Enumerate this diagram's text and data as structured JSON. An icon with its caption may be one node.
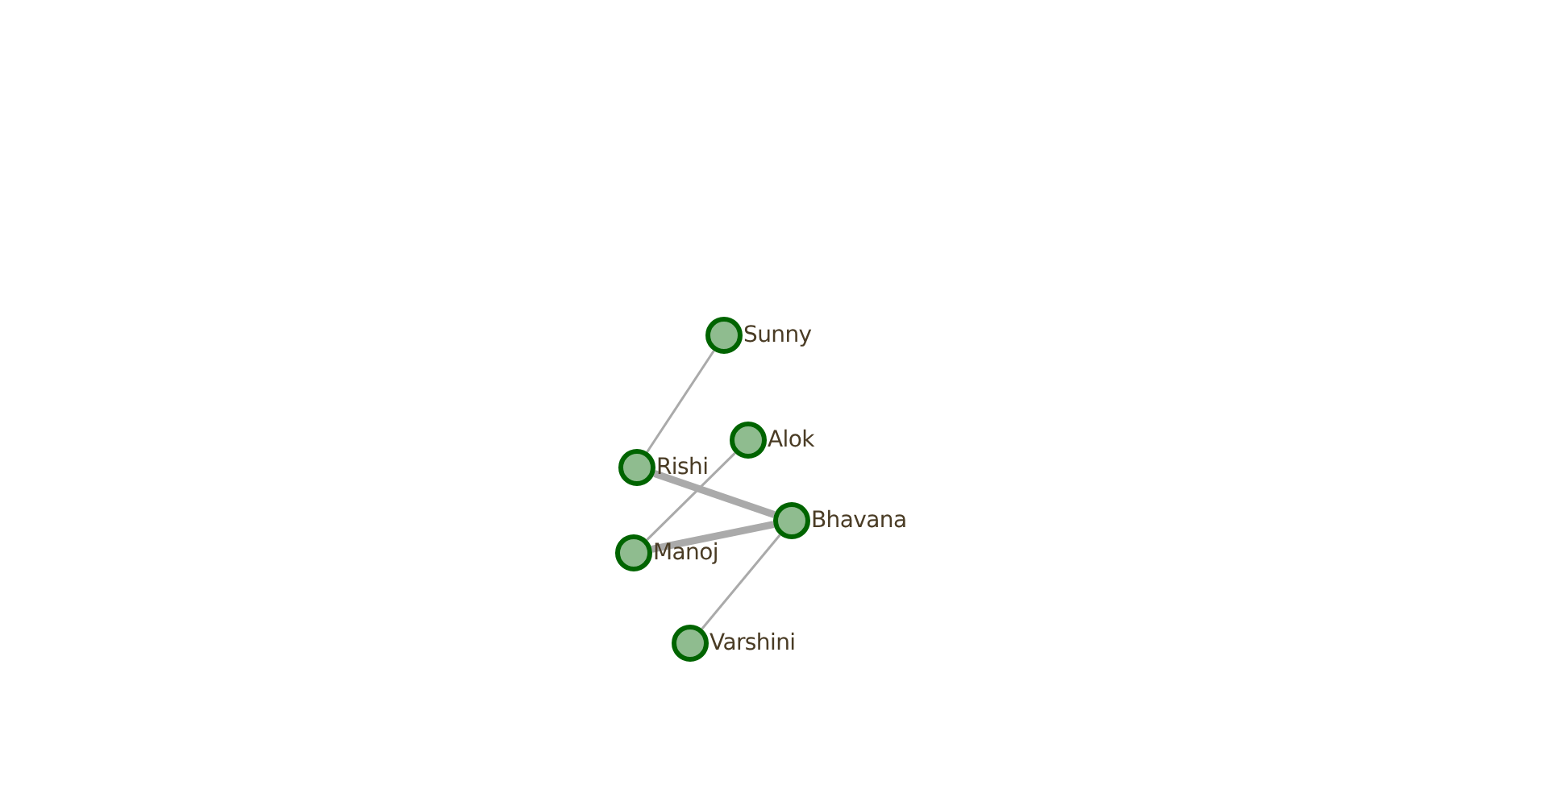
{
  "diagram": {
    "nodes": [
      {
        "text": [
          "Sunny"
        ]
      },
      {
        "text": [
          "Alok"
        ]
      },
      {
        "text": [
          "Rishi"
        ]
      },
      {
        "text": [
          "Bhavana"
        ]
      },
      {
        "text": [
          "Manoj"
        ]
      },
      {
        "text": [
          "Varshini"
        ]
      }
    ],
    "edges": [
      {
        "from": 0,
        "to": 2,
        "arrow": "none"
      },
      {
        "from": 2,
        "to": 3,
        "arrow": "none",
        "style": "thick"
      },
      {
        "from": 4,
        "to": 3,
        "arrow": "none",
        "style": "thick"
      },
      {
        "from": 4,
        "to": 1,
        "arrow": "none"
      },
      {
        "from": 3,
        "to": 5,
        "arrow": "none"
      }
    ]
  }
}
